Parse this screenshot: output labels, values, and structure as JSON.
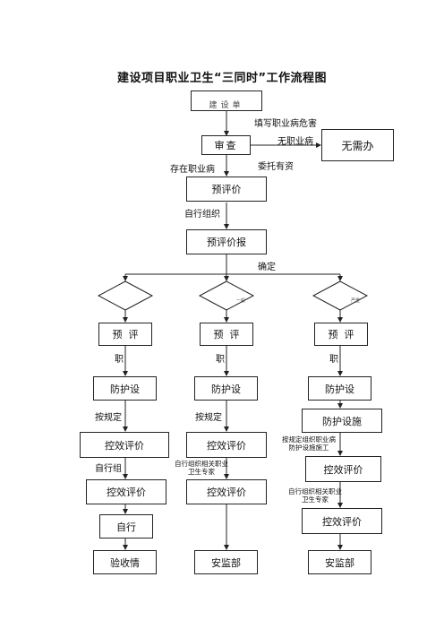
{
  "title": "建设项目职业卫生“三同时”工作流程图",
  "nodes": {
    "top_box": "建设单",
    "review": "审查",
    "no_need": "无需办",
    "preeval_1": "预评价",
    "preeval_report": "预评价报",
    "left_preeval": "预  评",
    "mid_preeval": "预  评",
    "right_preeval": "预  评",
    "left_protect": "防护设",
    "mid_protect": "防护设",
    "right_protect": "防护设",
    "right_protect_impl": "防护设施",
    "left_control": "控效评价",
    "mid_control": "控效评价",
    "right_control": "控效评价",
    "left_control2": "控效评价",
    "mid_control2": "控效评价",
    "right_control2": "控效评价",
    "left_self": "自行",
    "left_accept": "验收情",
    "mid_safety": "安监部",
    "right_safety": "安监部"
  },
  "edge_labels": {
    "fill_form": "填写职业病危害",
    "no_hazard": "无职业病",
    "has_hazard": "存在职业病",
    "entrust": "委托有资",
    "self_org": "自行组织",
    "confirm": "确定",
    "mid_diamond_mark": "一般",
    "right_diamond_mark": "严重",
    "left_job": "职",
    "mid_job": "职",
    "right_job": "职",
    "left_by_rule": "按规定",
    "mid_by_rule": "按规定",
    "right_by_rule": "按规定组织职业病防护设施施工",
    "left_self_org": "自行组",
    "mid_self_org": "自行组织相关职业卫生专家",
    "right_self_org": "自行组织相关职业卫生专家"
  }
}
